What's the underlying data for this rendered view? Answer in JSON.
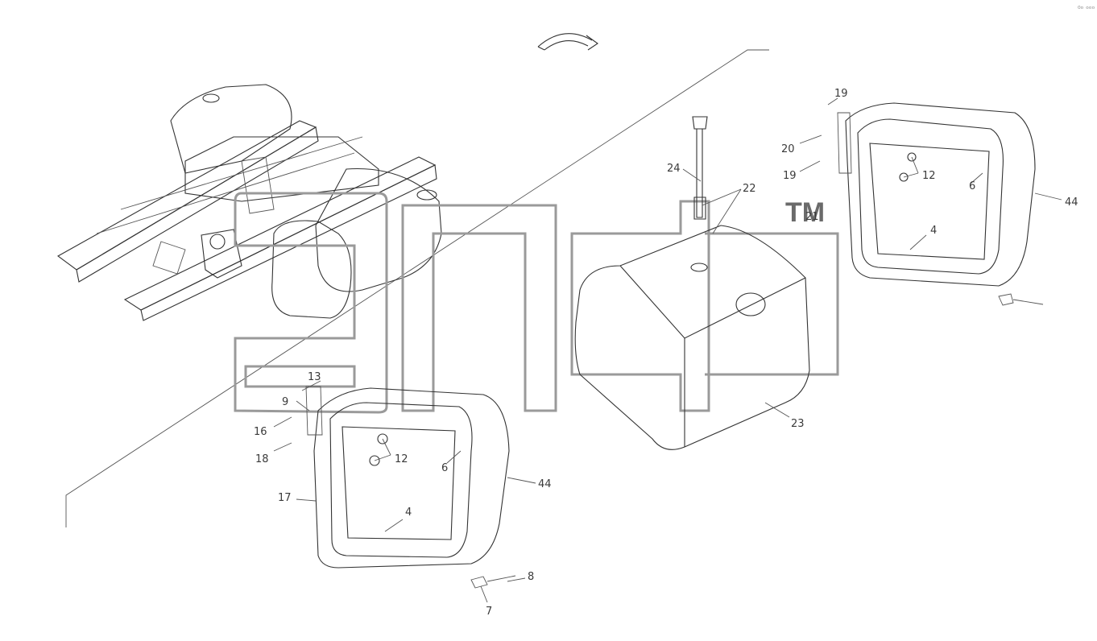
{
  "watermark": {
    "trademark": "TM"
  },
  "corner_mark": "⁰ᵒ ᵒᵒᵒ",
  "callouts": {
    "left_assembly": [
      "13",
      "9",
      "16",
      "18",
      "17",
      "12",
      "6",
      "44",
      "4",
      "8",
      "7"
    ],
    "center_tank": [
      "24",
      "22",
      "23"
    ],
    "right_assembly": [
      "19",
      "20",
      "19",
      "12",
      "6",
      "44",
      "4",
      "21"
    ]
  }
}
